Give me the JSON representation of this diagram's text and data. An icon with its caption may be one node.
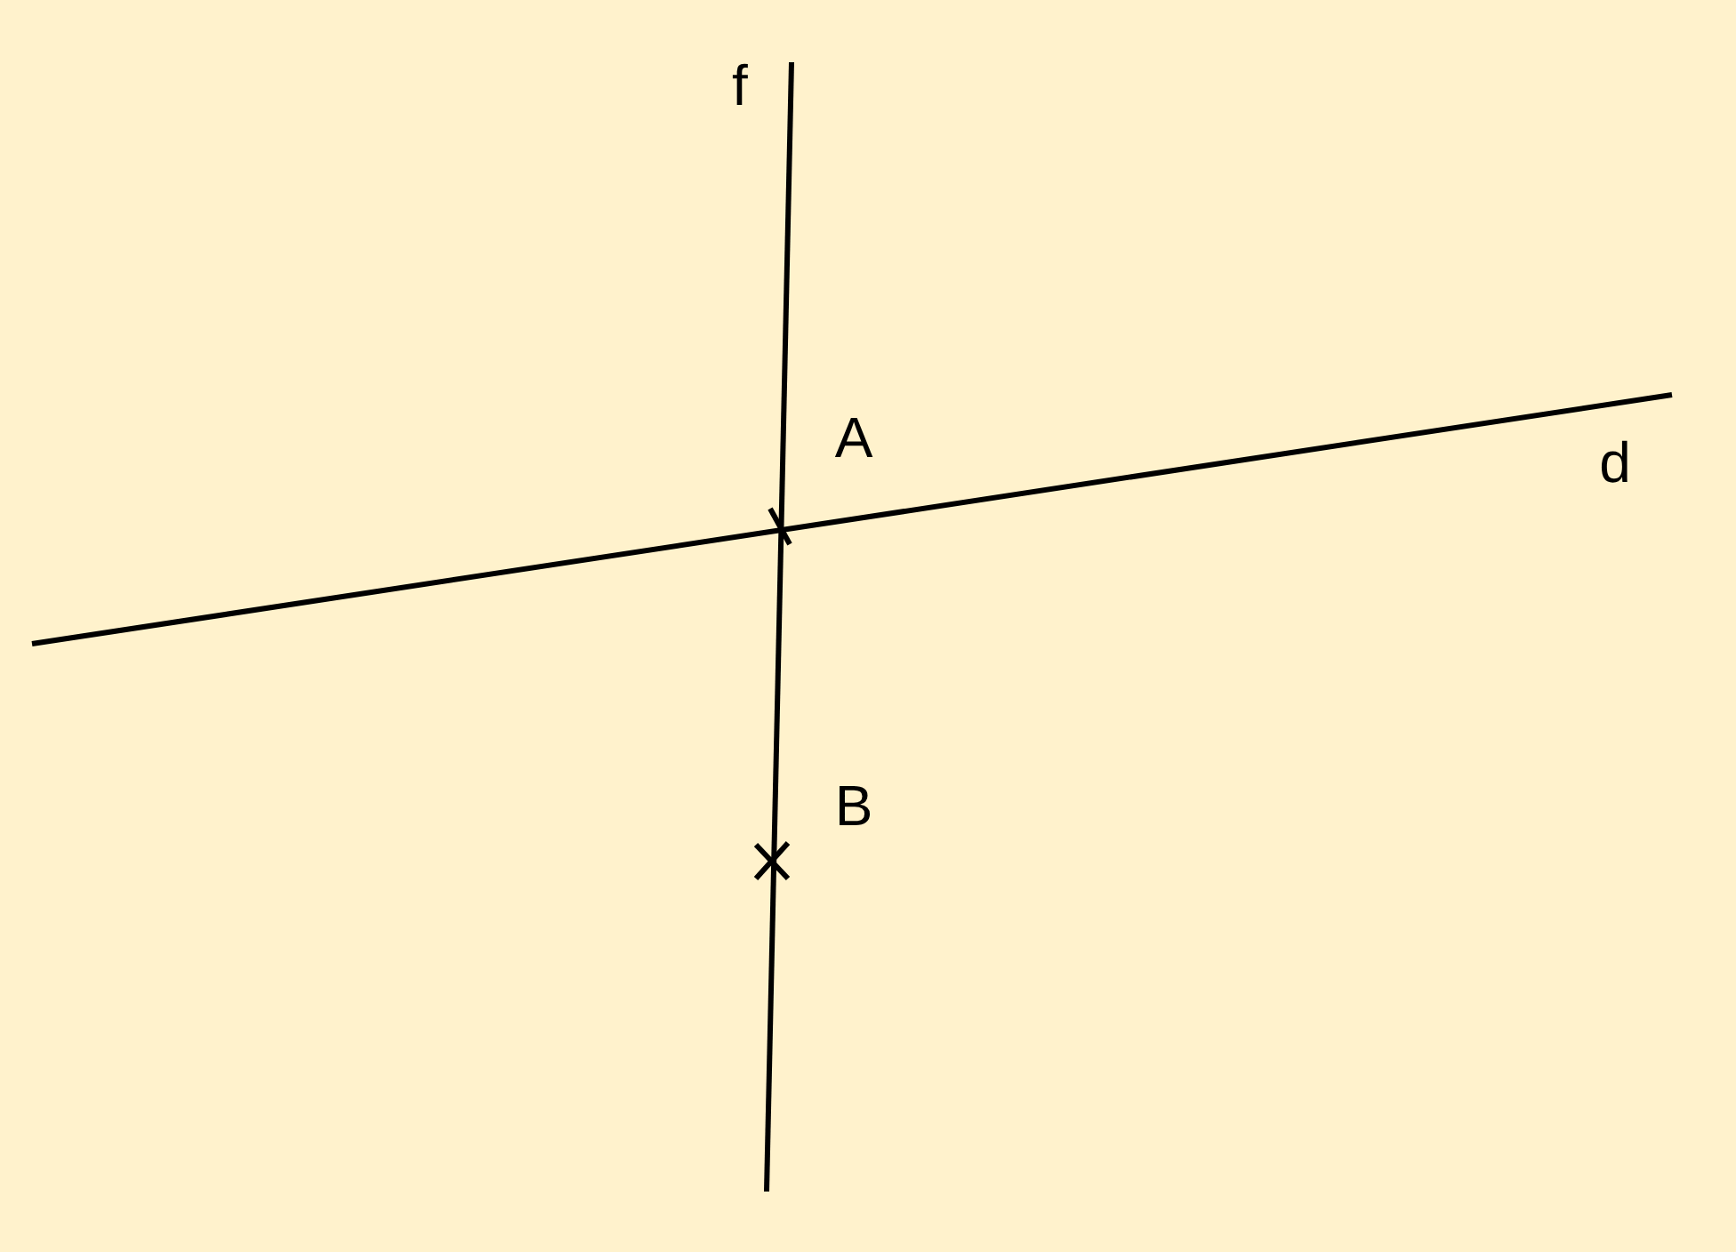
{
  "diagram": {
    "labels": [
      "f",
      "A",
      "d",
      "B"
    ]
  }
}
